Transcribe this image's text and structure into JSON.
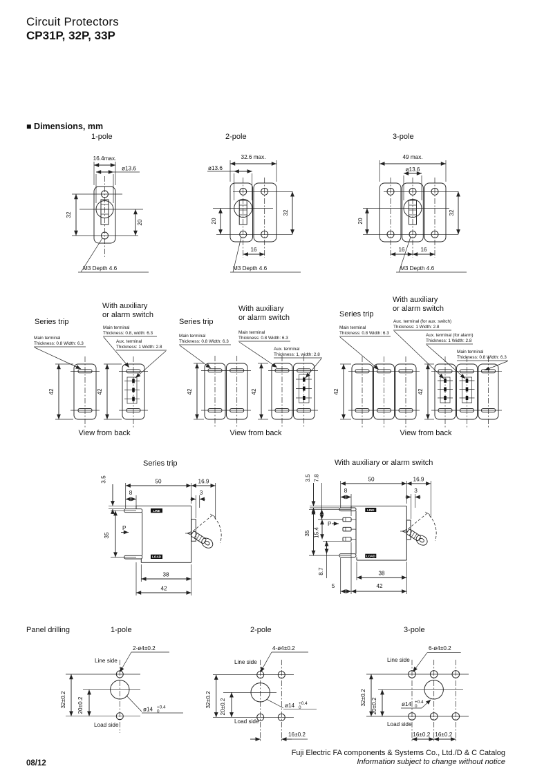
{
  "header": {
    "product_family": "Circuit Protectors",
    "models": "CP31P, 32P, 33P"
  },
  "section": {
    "bullet": "■",
    "title": "Dimensions, mm"
  },
  "front_views": {
    "p1": {
      "label": "1-pole",
      "width": "16.4max.",
      "knob_dia": "ø13.6",
      "height": "32",
      "hole_offset": "20",
      "screw_note": "M3 Depth 4.6"
    },
    "p2": {
      "label": "2-pole",
      "width": "32.6 max.",
      "knob_dia": "ø13.6",
      "hole_offset": "20",
      "height": "32",
      "pitch": "16",
      "screw_note": "M3 Depth 4.6"
    },
    "p3": {
      "label": "3-pole",
      "width": "49 max.",
      "knob_dia": "ø13.6",
      "hole_offset": "20",
      "height": "32",
      "pitch_left": "16",
      "pitch_right": "16",
      "screw_note": "M3 Depth 4.6"
    }
  },
  "back_views": {
    "series_label": "Series trip",
    "aux_label_line1": "With auxiliary",
    "aux_label_line2": "or alarm switch",
    "caption": "View from back",
    "g1": {
      "series_main_1": "Main terminal",
      "series_main_2": "Thickness: 0.8  Width: 6.3",
      "aux_main_1": "Main terminal",
      "aux_main_2": "Thickness: 0.8, width: 6.3",
      "aux_term_1": "Aux. terminal",
      "aux_term_2": "Thickness: 1  Width: 2.8",
      "series_height": "42",
      "aux_height": "42"
    },
    "g2": {
      "series_main_1": "Main terminal",
      "series_main_2": "Thickness: 0.8  Width: 6.3",
      "aux_main_1": "Main terminal",
      "aux_main_2": "Thickness: 0.8  Width: 6.3",
      "aux_term_1": "Aux. terminal",
      "aux_term_2": "Thickness: 1,  width: 2.8",
      "series_height": "42",
      "aux_height": "42"
    },
    "g3": {
      "series_main_1": "Main terminal",
      "series_main_2": "Thickness: 0.8  Width: 6.3",
      "aux_sw_1": "Aux. terminal (for aux. switch)",
      "aux_sw_2": "Thickness: 1  Width: 2.8",
      "aux_al_1": "Aux. terminal (for alarm)",
      "aux_al_2": "Thickness: 1  Width: 2.8",
      "aux_main_1": "Main terminal",
      "aux_main_2": "Thickness: 0.8  Width: 6.3",
      "series_height": "42",
      "aux_height": "42"
    }
  },
  "side_views": {
    "series": {
      "title": "Series trip",
      "d_top_offset": "3.5",
      "d_width": "50",
      "d_handle": "16.9",
      "d_term": "8",
      "d_boss": "3",
      "d_mount": "35",
      "p_mark": "P",
      "line_label": "LINE",
      "load_label": "LOAD",
      "d_body": "38",
      "d_overall": "42"
    },
    "aux": {
      "title": "With auxiliary or alarm switch",
      "d_top_offset": "3.5",
      "d_aux_top": "7.8",
      "d_width": "50",
      "d_handle": "16.9",
      "d_term": "8",
      "d_boss": "3",
      "d_mount": "35",
      "d_aux_span": "15.4",
      "p_mark": "P",
      "line_label": "LINE",
      "load_label": "LOAD",
      "d_aux_bot": "8.7",
      "d_aux_proj": "5",
      "d_body": "38",
      "d_overall": "42"
    }
  },
  "panel_drilling": {
    "title": "Panel drilling",
    "line_side": "Line side",
    "load_side": "Load side",
    "p1": {
      "label": "1-pole",
      "holes": "2-ø4±0.2",
      "v_span": "32±0.2",
      "v_offset": "20±0.2",
      "dia": "ø14",
      "tol_hi": "+0.4",
      "tol_lo": "0"
    },
    "p2": {
      "label": "2-pole",
      "holes": "4-ø4±0.2",
      "v_span": "32±0.2",
      "v_offset": "20±0.2",
      "dia": "ø14",
      "tol_hi": "+0.4",
      "tol_lo": "0",
      "pitch": "16±0.2"
    },
    "p3": {
      "label": "3-pole",
      "holes": "6-ø4±0.2",
      "v_span": "32±0.2",
      "v_offset": "20±0.2",
      "dia": "ø14",
      "tol_hi": "+0.4",
      "tol_lo": "0",
      "pitch_left": "16±0.2",
      "pitch_right": "16±0.2"
    }
  },
  "footer": {
    "page_code": "08/12",
    "catalog_line": "Fuji Electric FA components & Systems Co., Ltd./D & C Catalog",
    "notice_line": "Information subject to change without notice"
  }
}
